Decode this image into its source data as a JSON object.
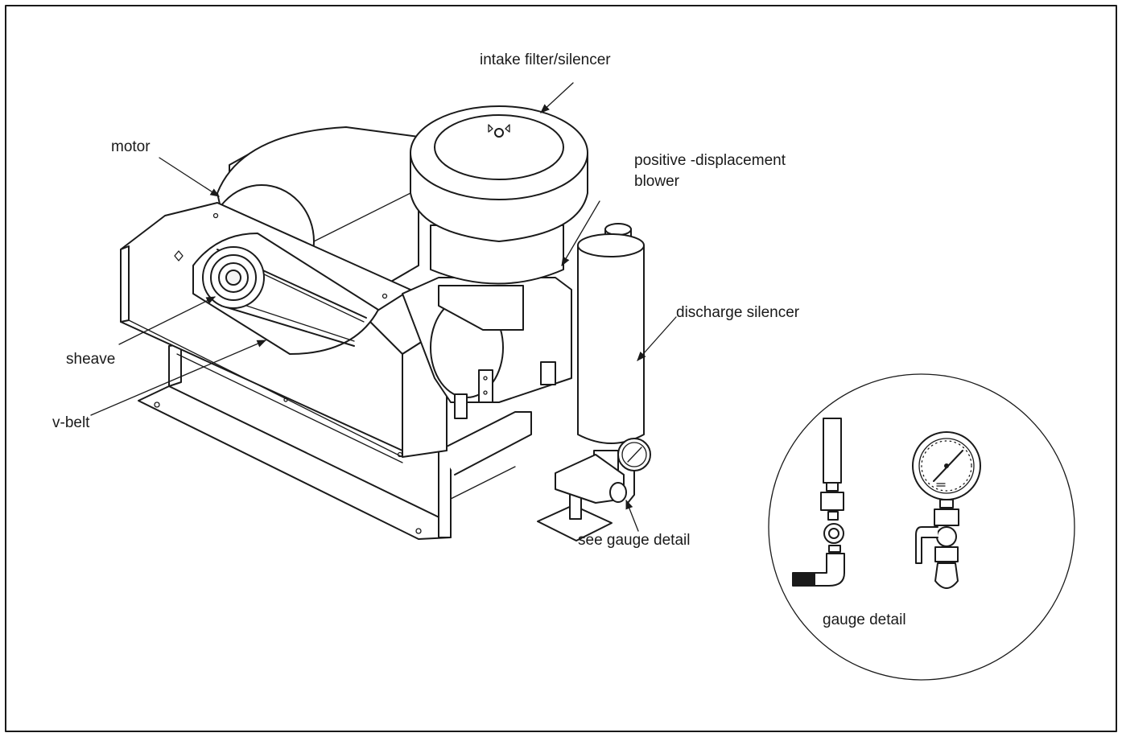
{
  "labels": {
    "intake": "intake filter/silencer",
    "motor": "motor",
    "blower_line1": "positive -displacement",
    "blower_line2": "blower",
    "discharge": "discharge silencer",
    "sheave": "sheave",
    "vbelt": "v-belt",
    "see_gauge": "see gauge detail",
    "gauge_detail": "gauge detail"
  },
  "colors": {
    "line": "#1a1a1a",
    "background": "#ffffff"
  }
}
